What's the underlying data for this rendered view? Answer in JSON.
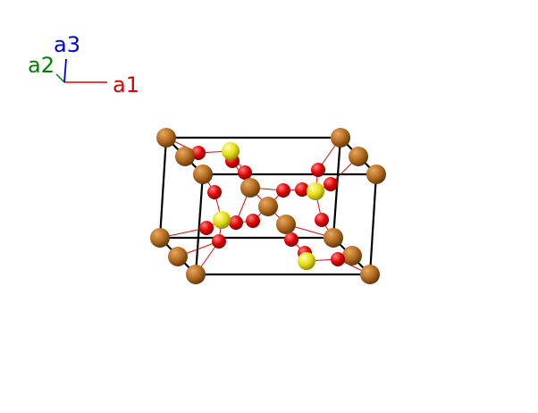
{
  "axes": {
    "a1": {
      "label": "a1",
      "color": "#e00000"
    },
    "a2": {
      "label": "a2",
      "color": "#008000"
    },
    "a3": {
      "label": "a3",
      "color": "#0000e0"
    }
  },
  "colors": {
    "cell_edge": "#000000",
    "bond": "#d01010",
    "metal_atom": "#b06a1f",
    "sulfur_atom": "#e8e010",
    "oxygen_atom": "#e00000"
  }
}
